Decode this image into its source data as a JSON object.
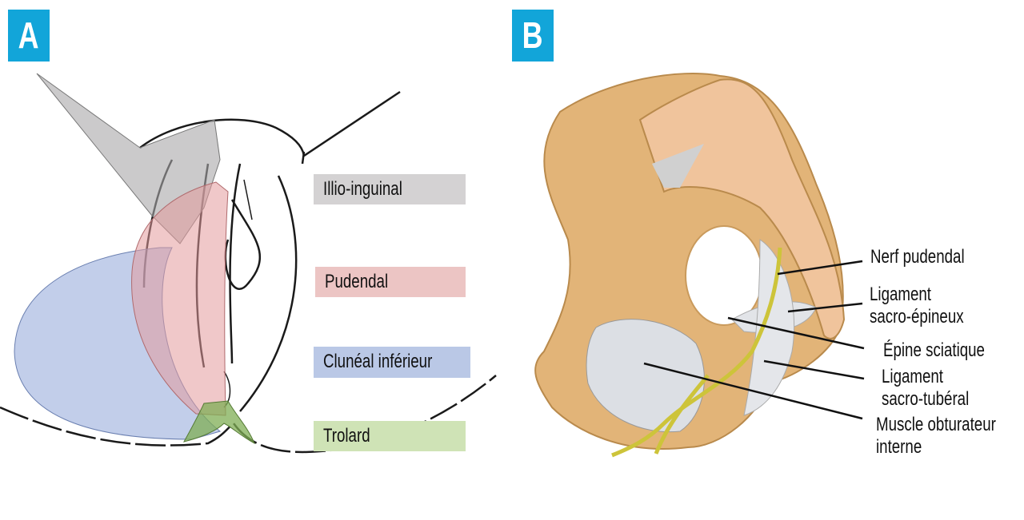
{
  "panels": {
    "a": {
      "label": "A",
      "legend": [
        {
          "name": "Illio-inguinal",
          "color": "#d4d2d3"
        },
        {
          "name": "Pudendal",
          "color": "#ecc5c4"
        },
        {
          "name": "Clunéal inférieur",
          "color": "#bac8e6"
        },
        {
          "name": "Trolard",
          "color": "#cfe3b6"
        }
      ]
    },
    "b": {
      "label": "B",
      "callouts": [
        {
          "line1": "Nerf pudendal"
        },
        {
          "line1": "Ligament",
          "line2": "sacro-épineux"
        },
        {
          "line1": "Épine sciatique"
        },
        {
          "line1": "Ligament",
          "line2": "sacro-tubéral"
        },
        {
          "line1": "Muscle obturateur",
          "line2": "interne"
        }
      ]
    }
  },
  "colors": {
    "label_bg": "#12a5d9",
    "bone": "#e3b57a",
    "nerve": "#cfc83a",
    "ligament": "#dfe2e6"
  }
}
